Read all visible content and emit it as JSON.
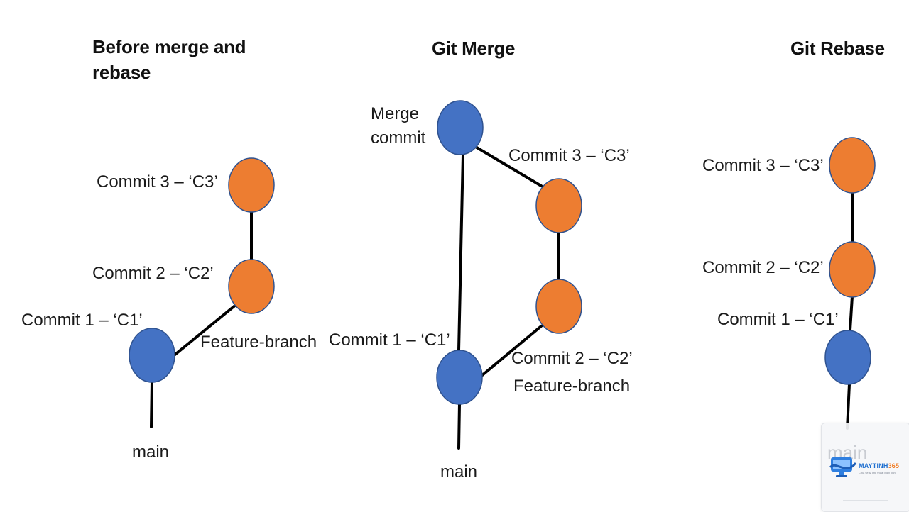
{
  "colors": {
    "main_node": "#4472C4",
    "feature_node": "#ED7D31",
    "node_stroke": "#2F528F",
    "edge": "#000000"
  },
  "panels": {
    "before": {
      "title": "Before merge and rebase",
      "labels": {
        "c3": "Commit 3 – ‘C3’",
        "c2": "Commit 2 – ‘C2’",
        "c1": "Commit 1 – ‘C1’",
        "feature": "Feature-branch",
        "main": "main"
      }
    },
    "merge": {
      "title": "Git Merge",
      "labels": {
        "merge_commit": "Merge commit",
        "c3": "Commit 3 – ‘C3’",
        "c1": "Commit 1 – ‘C1’",
        "c2": "Commit 2 – ‘C2’",
        "feature": "Feature-branch",
        "main": "main"
      }
    },
    "rebase": {
      "title": "Git Rebase",
      "labels": {
        "c3": "Commit 3 – ‘C3’",
        "c2": "Commit 2 – ‘C2’",
        "c1": "Commit 1 – ‘C1’",
        "main": "main"
      }
    }
  },
  "watermark": {
    "brand_main": "MAYTINH",
    "brand_accent": "365",
    "tagline": "Chia sẻ & Thủ thuật Máy tính"
  }
}
